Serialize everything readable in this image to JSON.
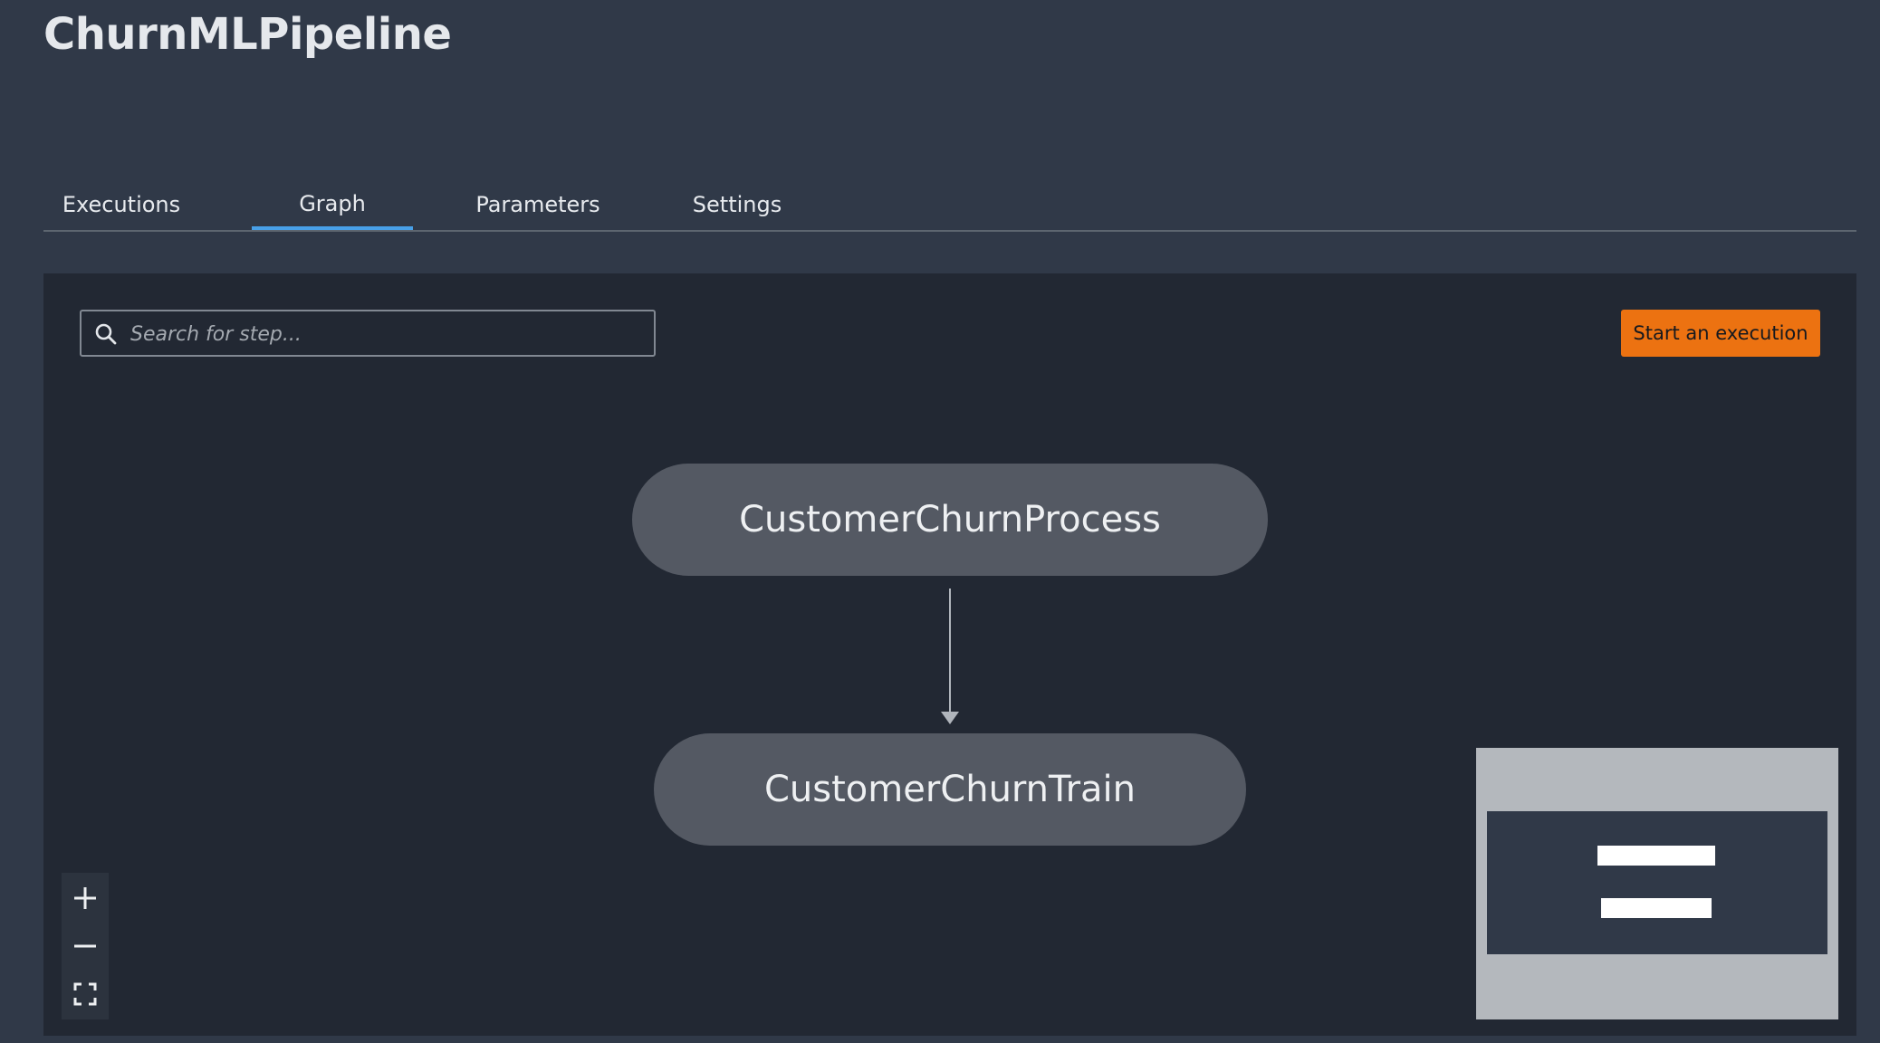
{
  "page": {
    "title": "ChurnMLPipeline"
  },
  "tabs": [
    {
      "label": "Executions",
      "active": false
    },
    {
      "label": "Graph",
      "active": true
    },
    {
      "label": "Parameters",
      "active": false
    },
    {
      "label": "Settings",
      "active": false
    }
  ],
  "search": {
    "placeholder": "Search for step...",
    "value": "",
    "icon": "search-icon"
  },
  "toolbar": {
    "start_label": "Start an execution"
  },
  "graph": {
    "nodes": [
      {
        "label": "CustomerChurnProcess"
      },
      {
        "label": "CustomerChurnTrain"
      }
    ],
    "edges": [
      {
        "from": "CustomerChurnProcess",
        "to": "CustomerChurnTrain"
      }
    ]
  },
  "zoom_controls": {
    "icons": [
      "zoom-in-icon",
      "zoom-out-icon",
      "fit-view-icon"
    ]
  },
  "colors": {
    "background": "#303948",
    "canvas": "#222833",
    "node": "#545963",
    "accent": "#ec7211",
    "tab_active": "#48a0e8"
  }
}
